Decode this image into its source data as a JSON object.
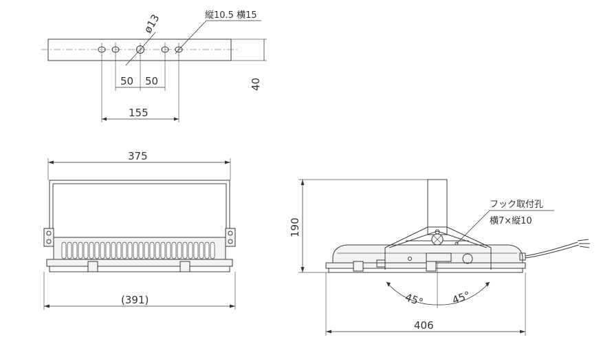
{
  "top_view": {
    "hole_diameter": "ø13",
    "slot_size": "縦10.5 横15",
    "pitch_left": "50",
    "pitch_right": "50",
    "span": "155",
    "height": "40"
  },
  "front_view": {
    "bracket_width": "375",
    "overall_width": "(391)"
  },
  "side_view": {
    "height": "190",
    "hook_hole_label": "フック取付孔",
    "hook_hole_size": "横7×縦10",
    "angle_left": "45°",
    "angle_right": "45°",
    "overall_width": "406"
  }
}
